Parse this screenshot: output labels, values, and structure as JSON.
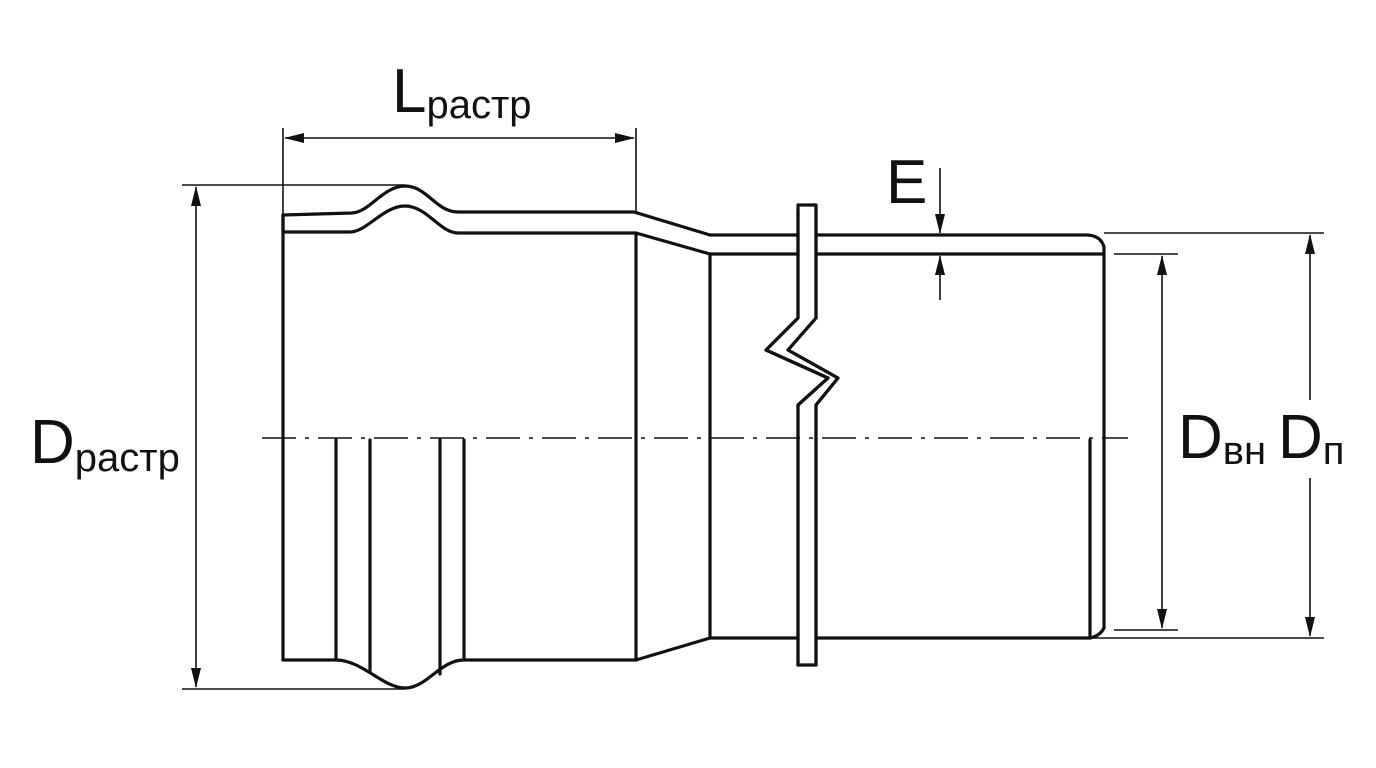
{
  "labels": {
    "socket_length": {
      "main": "L",
      "sub": "растр"
    },
    "wall_thickness": {
      "main": "E"
    },
    "socket_diameter": {
      "main": "D",
      "sub": "растр"
    },
    "inner_diameter": {
      "main": "D",
      "sub": "вн"
    },
    "outer_diameter": {
      "main": "D",
      "sub": "п"
    }
  }
}
